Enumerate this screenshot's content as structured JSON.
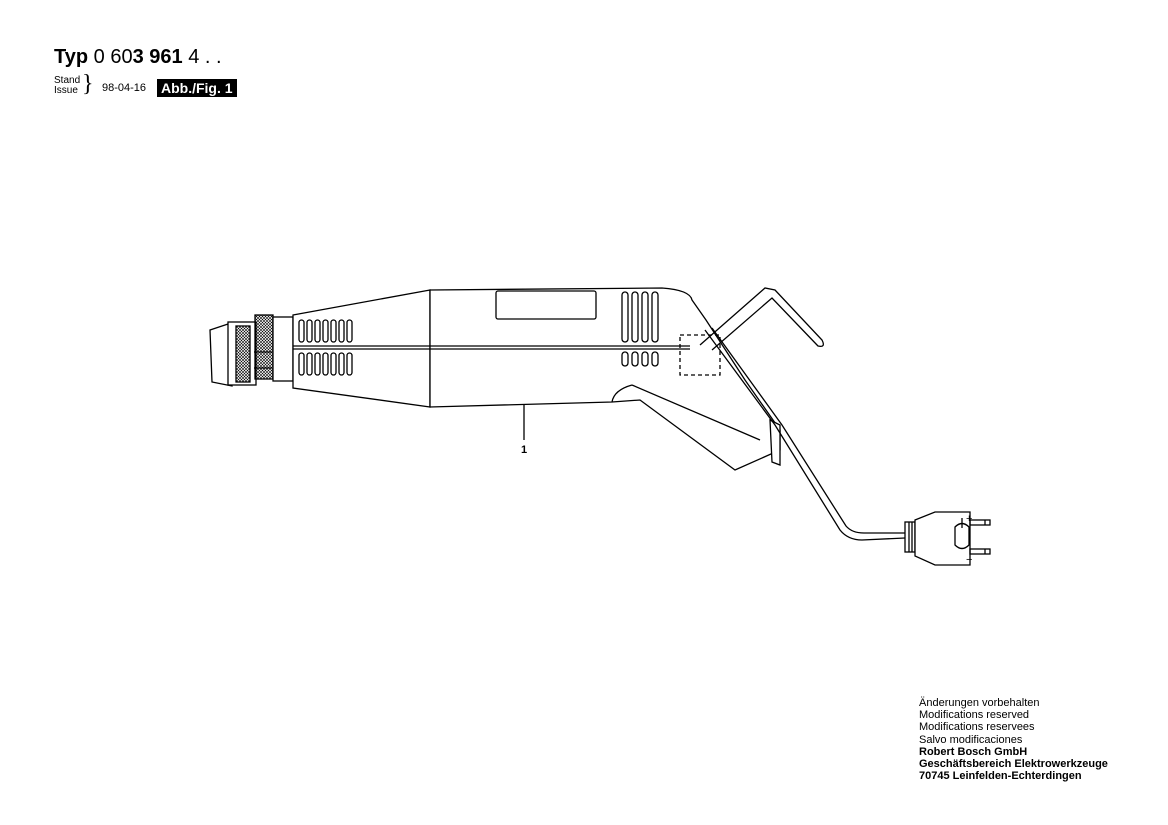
{
  "header": {
    "typ_label": "Typ",
    "typ_prefix": "0 60",
    "typ_bold": "3 961",
    "typ_suffix": "4 . .",
    "stand": "Stand",
    "issue": "Issue",
    "date": "98-04-16",
    "figure": "Abb./Fig. 1"
  },
  "drawing": {
    "callout": "1",
    "plug_plus": "+",
    "plug_minus": "−"
  },
  "footer": {
    "lines": [
      "Änderungen vorbehalten",
      "Modifications reserved",
      "Modifications reservees",
      "Salvo modificaciones"
    ],
    "company": [
      "Robert Bosch GmbH",
      "Geschäftsbereich Elektrowerkzeuge",
      "70745 Leinfelden-Echterdingen"
    ]
  }
}
